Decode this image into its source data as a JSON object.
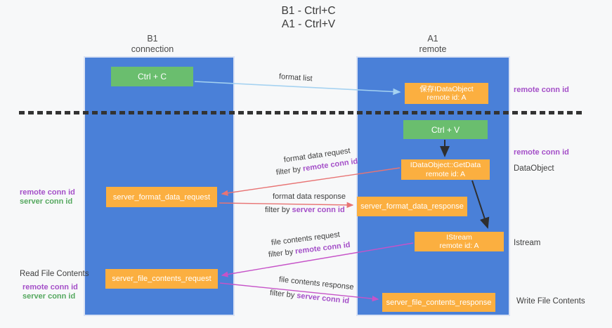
{
  "title": {
    "line1": "B1 - Ctrl+C",
    "line2": "A1 - Ctrl+V"
  },
  "lanes": {
    "left": {
      "title": "B1",
      "subtitle": "connection"
    },
    "right": {
      "title": "A1",
      "subtitle": "remote"
    }
  },
  "nodes": {
    "ctrl_c": "Ctrl + C",
    "ctrl_v": "Ctrl + V",
    "save_idataobject": {
      "line1": "保存IDataObject",
      "line2": "remote id: A"
    },
    "getdata": {
      "line1": "IDataObject::GetData",
      "line2": "remote id: A"
    },
    "istream": {
      "line1": "IStream",
      "line2": "remote id: A"
    },
    "format_request": "server_format_data_request",
    "format_response": "server_format_data_response",
    "file_request": "server_file_contents_request",
    "file_response": "server_file_contents_response"
  },
  "edge_labels": {
    "format_list": "format list",
    "format_data_request": "format data request",
    "format_data_response": "format data response",
    "file_contents_request": "file contents request",
    "file_contents_response": "file contents response",
    "filter_by": "filter by",
    "remote_conn_id": "remote conn id",
    "server_conn_id": "server conn id"
  },
  "side_labels": {
    "right_top_remote_conn": "remote conn id",
    "right_mid_remote_conn": "remote conn id",
    "dataobject": "DataObject",
    "istream": "Istream",
    "write_file_contents": "Write File Contents",
    "left_mid_remote_conn": "remote conn id",
    "left_mid_server_conn": "server conn id",
    "read_file_contents": "Read File Contents",
    "left_bottom_remote_conn": "remote conn id",
    "left_bottom_server_conn": "server conn id"
  },
  "colors": {
    "lane": "#4a80d8",
    "lane_border": "#dbe3f4",
    "green": "#6abe6e",
    "orange": "#fbaf40",
    "arrow_blue": "#a5d2f1",
    "arrow_red": "#e87474",
    "arrow_magenta": "#c653c8",
    "arrow_black": "#2e2e2e",
    "text_dark": "#3e3e3e",
    "text_purple": "#a44fc8",
    "text_green": "#55a85f",
    "bg": "#f7f8f9"
  }
}
